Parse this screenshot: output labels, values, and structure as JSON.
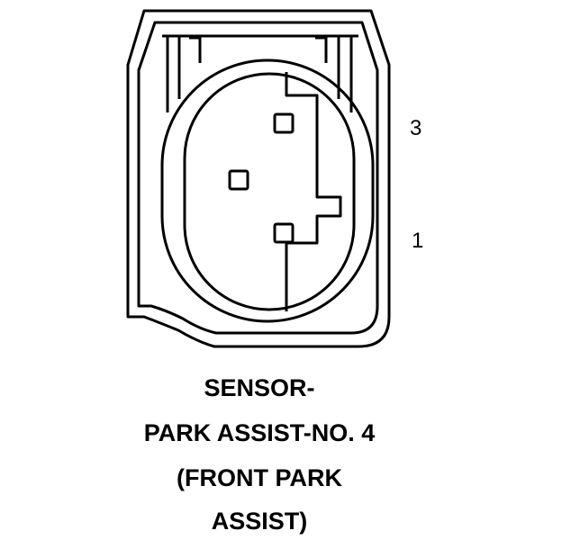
{
  "connector": {
    "pin_labels": {
      "top": "3",
      "bottom": "1"
    },
    "pin_count": 3,
    "line_color": "#000000",
    "background_color": "#ffffff"
  },
  "caption": {
    "line1": "SENSOR-",
    "line2": "PARK ASSIST-NO. 4",
    "line3": "(FRONT PARK",
    "line4": "ASSIST)"
  }
}
